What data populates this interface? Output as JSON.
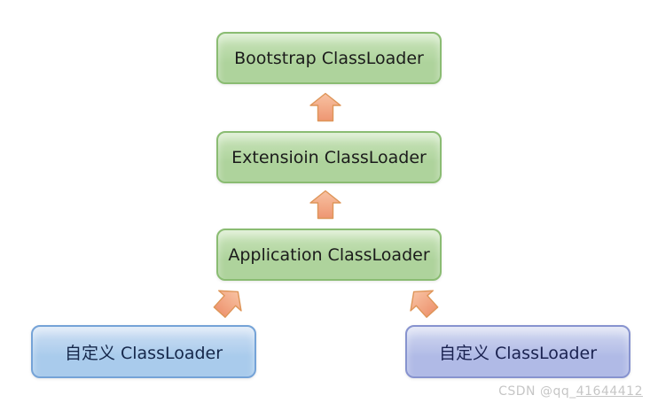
{
  "nodes": {
    "bootstrap": {
      "label": "Bootstrap ClassLoader"
    },
    "extension": {
      "label": "Extensioin ClassLoader"
    },
    "application": {
      "label": "Application ClassLoader"
    },
    "custom_left": {
      "label": "自定义 ClassLoader"
    },
    "custom_right": {
      "label": "自定义 ClassLoader"
    }
  },
  "edges": [
    {
      "from": "extension",
      "to": "bootstrap",
      "direction": "up"
    },
    {
      "from": "application",
      "to": "extension",
      "direction": "up"
    },
    {
      "from": "custom_left",
      "to": "application",
      "direction": "up-right"
    },
    {
      "from": "custom_right",
      "to": "application",
      "direction": "up-left"
    }
  ],
  "watermark": {
    "prefix": "CSDN @qq_",
    "suffix": "41644412"
  },
  "colors": {
    "green_fill": "#aed39c",
    "green_border": "#8abc72",
    "green_text": "#1b1b1b",
    "blue_fill": "#a9cbec",
    "blue_border": "#75a3d7",
    "blue_text": "#15274a",
    "periwinkle_fill": "#b0bae6",
    "periwinkle_border": "#8793cf",
    "periwinkle_text": "#1a2250",
    "arrow_fill": "#f0a17e",
    "arrow_border": "#de9558",
    "watermark": "#c6c6c6"
  }
}
